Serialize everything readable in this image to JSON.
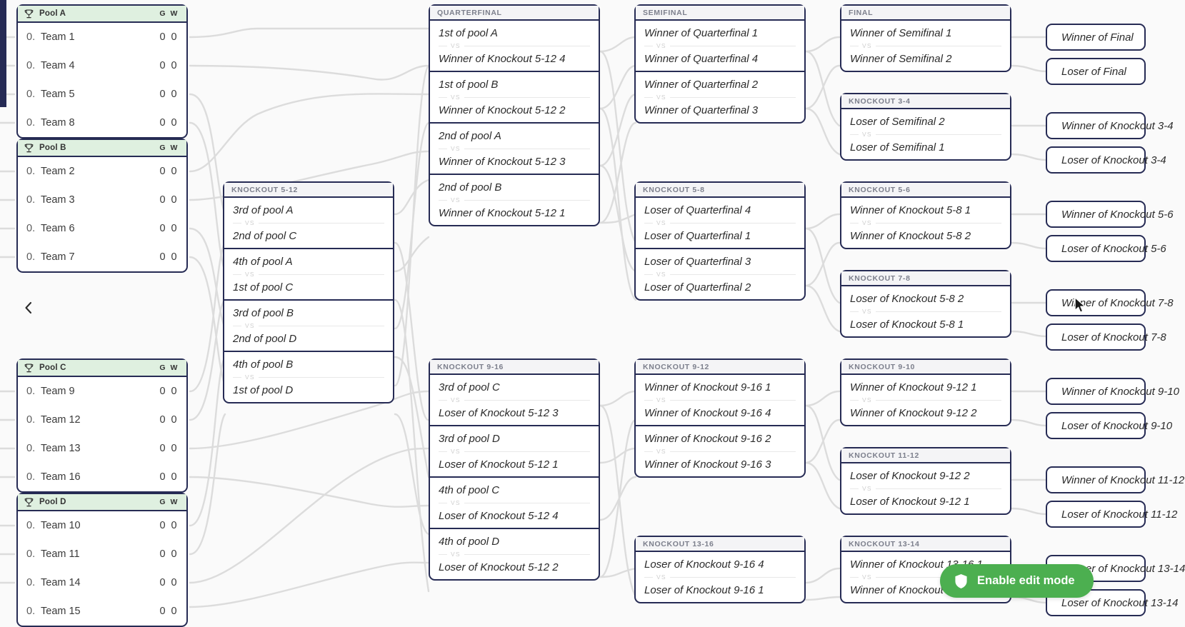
{
  "theme": {
    "border_navy": "#262b54",
    "pool_header_green": "#dff0e0",
    "card_header_grey": "#f4f4f6",
    "page_bg": "#fafafa",
    "accent_green": "#4caf50",
    "connector_grey": "#dcdcdc"
  },
  "nav": {
    "prev_label": "‹",
    "next_label": "›",
    "prev_icon": "chevron-left-icon",
    "next_icon": "chevron-right-icon"
  },
  "edit_mode": {
    "label": "Enable edit mode",
    "icon": "shield-icon"
  },
  "vs_label": "VS",
  "pools": [
    {
      "name": "Pool A",
      "icon": "trophy-icon",
      "col_g": "G",
      "col_w": "W",
      "rows": [
        {
          "rank": "0.",
          "team": "Team 1",
          "g": "0",
          "w": "0"
        },
        {
          "rank": "0.",
          "team": "Team 4",
          "g": "0",
          "w": "0"
        },
        {
          "rank": "0.",
          "team": "Team 5",
          "g": "0",
          "w": "0"
        },
        {
          "rank": "0.",
          "team": "Team 8",
          "g": "0",
          "w": "0"
        }
      ]
    },
    {
      "name": "Pool B",
      "icon": "trophy-icon",
      "col_g": "G",
      "col_w": "W",
      "rows": [
        {
          "rank": "0.",
          "team": "Team 2",
          "g": "0",
          "w": "0"
        },
        {
          "rank": "0.",
          "team": "Team 3",
          "g": "0",
          "w": "0"
        },
        {
          "rank": "0.",
          "team": "Team 6",
          "g": "0",
          "w": "0"
        },
        {
          "rank": "0.",
          "team": "Team 7",
          "g": "0",
          "w": "0"
        }
      ]
    },
    {
      "name": "Pool C",
      "icon": "trophy-icon",
      "col_g": "G",
      "col_w": "W",
      "rows": [
        {
          "rank": "0.",
          "team": "Team 9",
          "g": "0",
          "w": "0"
        },
        {
          "rank": "0.",
          "team": "Team 12",
          "g": "0",
          "w": "0"
        },
        {
          "rank": "0.",
          "team": "Team 13",
          "g": "0",
          "w": "0"
        },
        {
          "rank": "0.",
          "team": "Team 16",
          "g": "0",
          "w": "0"
        }
      ]
    },
    {
      "name": "Pool D",
      "icon": "trophy-icon",
      "col_g": "G",
      "col_w": "W",
      "rows": [
        {
          "rank": "0.",
          "team": "Team 10",
          "g": "0",
          "w": "0"
        },
        {
          "rank": "0.",
          "team": "Team 11",
          "g": "0",
          "w": "0"
        },
        {
          "rank": "0.",
          "team": "Team 14",
          "g": "0",
          "w": "0"
        },
        {
          "rank": "0.",
          "team": "Team 15",
          "g": "0",
          "w": "0"
        }
      ]
    }
  ],
  "rounds": [
    {
      "id": "knockout-5-12",
      "title": "KNOCKOUT 5-12",
      "matches": [
        {
          "top": "3rd of pool A",
          "bottom": "2nd of pool C"
        },
        {
          "top": "4th of pool A",
          "bottom": "1st of pool C"
        },
        {
          "top": "3rd of pool B",
          "bottom": "2nd of pool D"
        },
        {
          "top": "4th of pool B",
          "bottom": "1st of pool D"
        }
      ]
    },
    {
      "id": "quarterfinal",
      "title": "QUARTERFINAL",
      "matches": [
        {
          "top": "1st of pool A",
          "bottom": "Winner of Knockout 5-12 4"
        },
        {
          "top": "1st of pool B",
          "bottom": "Winner of Knockout 5-12 2"
        },
        {
          "top": "2nd of pool A",
          "bottom": "Winner of Knockout 5-12 3"
        },
        {
          "top": "2nd of pool B",
          "bottom": "Winner of Knockout 5-12 1"
        }
      ]
    },
    {
      "id": "knockout-9-16",
      "title": "KNOCKOUT 9-16",
      "matches": [
        {
          "top": "3rd of pool C",
          "bottom": "Loser of Knockout 5-12 3"
        },
        {
          "top": "3rd of pool D",
          "bottom": "Loser of Knockout 5-12 1"
        },
        {
          "top": "4th of pool C",
          "bottom": "Loser of Knockout 5-12 4"
        },
        {
          "top": "4th of pool D",
          "bottom": "Loser of Knockout 5-12 2"
        }
      ]
    },
    {
      "id": "semifinal",
      "title": "SEMIFINAL",
      "matches": [
        {
          "top": "Winner of Quarterfinal 1",
          "bottom": "Winner of Quarterfinal 4"
        },
        {
          "top": "Winner of Quarterfinal 2",
          "bottom": "Winner of Quarterfinal 3"
        }
      ]
    },
    {
      "id": "knockout-5-8",
      "title": "KNOCKOUT 5-8",
      "matches": [
        {
          "top": "Loser of Quarterfinal 4",
          "bottom": "Loser of Quarterfinal 1"
        },
        {
          "top": "Loser of Quarterfinal 3",
          "bottom": "Loser of Quarterfinal 2"
        }
      ]
    },
    {
      "id": "knockout-9-12",
      "title": "KNOCKOUT 9-12",
      "matches": [
        {
          "top": "Winner of Knockout 9-16 1",
          "bottom": "Winner of Knockout 9-16 4"
        },
        {
          "top": "Winner of Knockout 9-16 2",
          "bottom": "Winner of Knockout 9-16 3"
        }
      ]
    },
    {
      "id": "knockout-13-16",
      "title": "KNOCKOUT 13-16",
      "matches": [
        {
          "top": "Loser of Knockout 9-16 4",
          "bottom": "Loser of Knockout 9-16 1"
        }
      ]
    },
    {
      "id": "final",
      "title": "FINAL",
      "matches": [
        {
          "top": "Winner of Semifinal 1",
          "bottom": "Winner of Semifinal 2"
        }
      ]
    },
    {
      "id": "knockout-3-4",
      "title": "KNOCKOUT 3-4",
      "matches": [
        {
          "top": "Loser of Semifinal 2",
          "bottom": "Loser of Semifinal 1"
        }
      ]
    },
    {
      "id": "knockout-5-6",
      "title": "KNOCKOUT 5-6",
      "matches": [
        {
          "top": "Winner of Knockout 5-8 1",
          "bottom": "Winner of Knockout 5-8 2"
        }
      ]
    },
    {
      "id": "knockout-7-8",
      "title": "KNOCKOUT 7-8",
      "matches": [
        {
          "top": "Loser of Knockout 5-8 2",
          "bottom": "Loser of Knockout 5-8 1"
        }
      ]
    },
    {
      "id": "knockout-9-10",
      "title": "KNOCKOUT 9-10",
      "matches": [
        {
          "top": "Winner of Knockout 9-12 1",
          "bottom": "Winner of Knockout 9-12 2"
        }
      ]
    },
    {
      "id": "knockout-11-12",
      "title": "KNOCKOUT 11-12",
      "matches": [
        {
          "top": "Loser of Knockout 9-12 2",
          "bottom": "Loser of Knockout 9-12 1"
        }
      ]
    },
    {
      "id": "knockout-13-14",
      "title": "KNOCKOUT 13-14",
      "matches": [
        {
          "top": "Winner of Knockout 13-16 1",
          "bottom": "Winner of Knockout 13-16 2"
        }
      ]
    }
  ],
  "rank_boxes": [
    {
      "id": "rb-1",
      "label": "Winner of Final"
    },
    {
      "id": "rb-2",
      "label": "Loser of Final"
    },
    {
      "id": "rb-3",
      "label": "Winner of Knockout 3-4"
    },
    {
      "id": "rb-4",
      "label": "Loser of Knockout 3-4"
    },
    {
      "id": "rb-5",
      "label": "Winner of Knockout 5-6"
    },
    {
      "id": "rb-6",
      "label": "Loser of Knockout 5-6"
    },
    {
      "id": "rb-7",
      "label": "Winner of Knockout 7-8"
    },
    {
      "id": "rb-8",
      "label": "Loser of Knockout 7-8"
    },
    {
      "id": "rb-9",
      "label": "Winner of Knockout 9-10"
    },
    {
      "id": "rb-10",
      "label": "Loser of Knockout 9-10"
    },
    {
      "id": "rb-11",
      "label": "Winner of Knockout 11-12"
    },
    {
      "id": "rb-12",
      "label": "Loser of Knockout 11-12"
    },
    {
      "id": "rb-13",
      "label": "Winner of Knockout 13-14"
    },
    {
      "id": "rb-14",
      "label": "Loser of Knockout 13-14"
    }
  ]
}
